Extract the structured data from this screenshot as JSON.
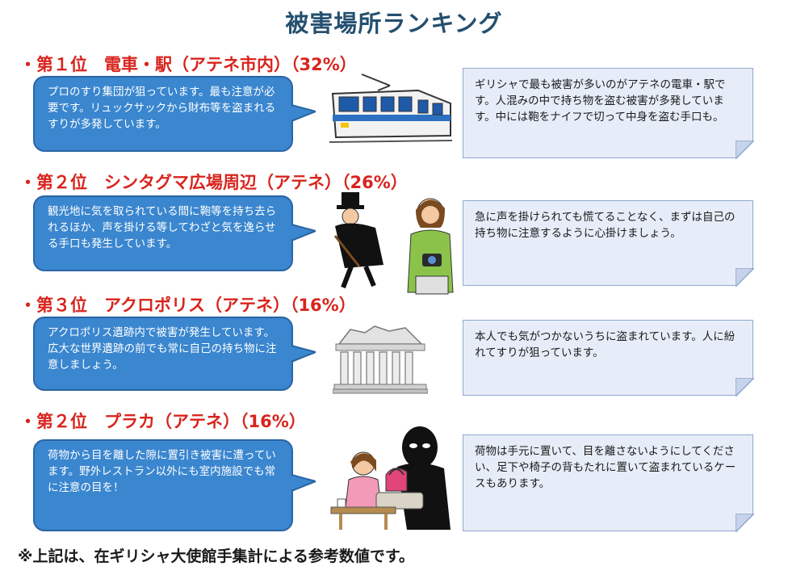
{
  "title": "被害場所ランキング",
  "sections": [
    {
      "rank_label": "・第１位　電車・駅（アテネ市内）（32%）",
      "bubble_text": "プロのすり集団が狙っています。最も注意が必要です。リュックサックから財布等を盗まれるすりが多発しています。",
      "note_text": "ギリシャで最も被害が多いのがアテネの電車・駅です。人混みの中で持ち物を盗む被害が多発しています。中には鞄をナイフで切って中身を盗む手口も。",
      "illustration": "train-icon"
    },
    {
      "rank_label": "・第２位　シンタグマ広場周辺（アテネ）（26%）",
      "bubble_text": "観光地に気を取られている間に鞄等を持ち去られるほか、声を掛ける等してわざと気を逸らせる手口も発生しています。",
      "note_text": "急に声を掛けられても慌てることなく、まずは自己の持ち物に注意するように心掛けましょう。",
      "illustration": "thief-tourist-icon"
    },
    {
      "rank_label": "・第３位　アクロポリス（アテネ）（16%）",
      "bubble_text": "アクロポリス遺跡内で被害が発生しています。広大な世界遺跡の前でも常に自己の持ち物に注意しましょう。",
      "note_text": "本人でも気がつかないうちに盗まれています。人に紛れてすりが狙っています。",
      "illustration": "parthenon-icon"
    },
    {
      "rank_label": "・第２位　プラカ（アテネ）（16%）",
      "bubble_text": "荷物から目を離した隙に置引き被害に遭っています。野外レストラン以外にも室内施設でも常に注意の目を！",
      "note_text": "荷物は手元に置いて、目を離さないようにしてください、足下や椅子の背もたれに置いて盗まれているケースもあります。",
      "illustration": "bag-theft-icon"
    }
  ],
  "footer": "※上記は、在ギリシャ大使館手集計による参考数値です。",
  "colors": {
    "title": "#24506f",
    "rank": "#d8241d",
    "bubble_fill": "#3a86cf",
    "note_fill": "#e7edf8"
  }
}
